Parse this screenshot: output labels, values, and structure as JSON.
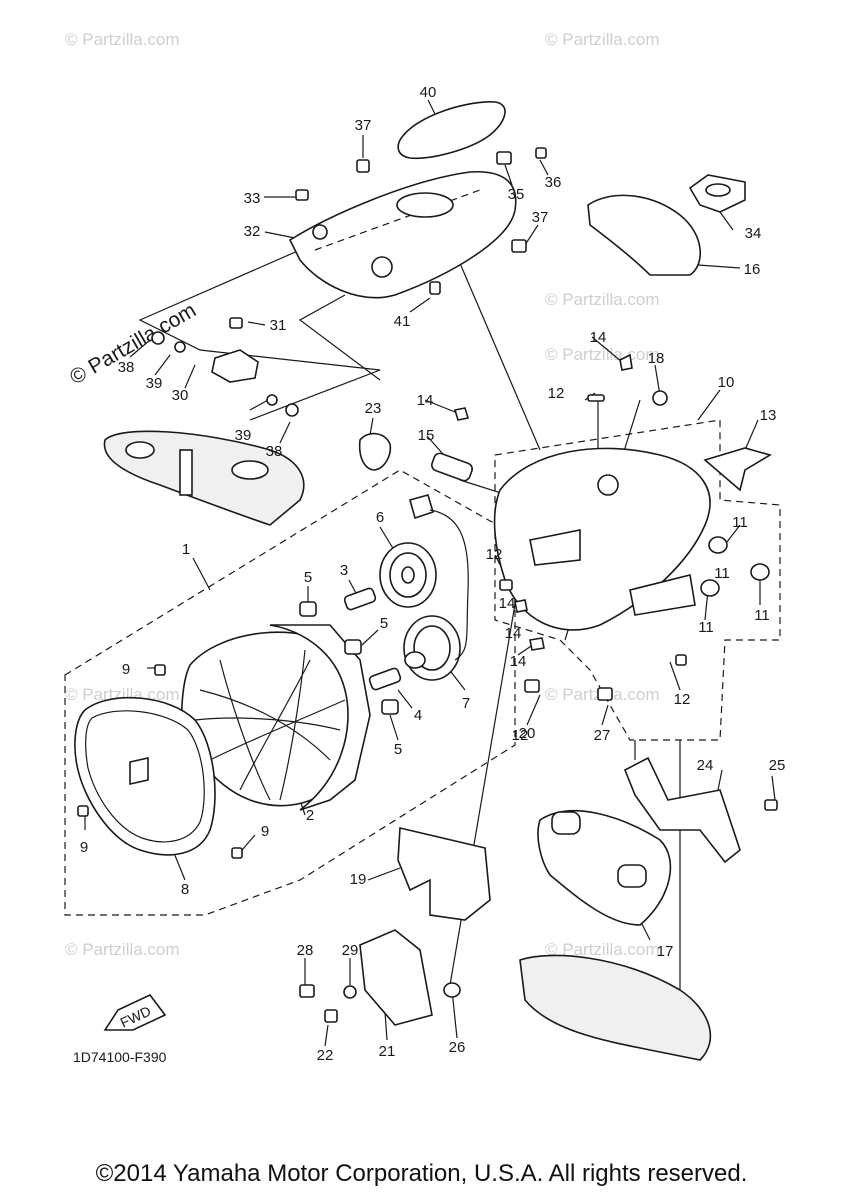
{
  "watermark": "© Partzilla.com",
  "diagram_code": "1D74100-F390",
  "fwd_label": "FWD",
  "copyright": "©2014 Yamaha Motor Corporation, U.S.A. All rights reserved.",
  "callouts": [
    "1",
    "2",
    "3",
    "4",
    "5",
    "5",
    "5",
    "6",
    "7",
    "8",
    "9",
    "9",
    "9",
    "10",
    "11",
    "11",
    "11",
    "11",
    "12",
    "12",
    "12",
    "12",
    "13",
    "14",
    "14",
    "14",
    "14",
    "14",
    "15",
    "16",
    "17",
    "18",
    "19",
    "20",
    "21",
    "22",
    "23",
    "24",
    "25",
    "26",
    "27",
    "28",
    "29",
    "30",
    "31",
    "32",
    "33",
    "34",
    "35",
    "36",
    "37",
    "37",
    "38",
    "38",
    "39",
    "39",
    "40",
    "41"
  ]
}
